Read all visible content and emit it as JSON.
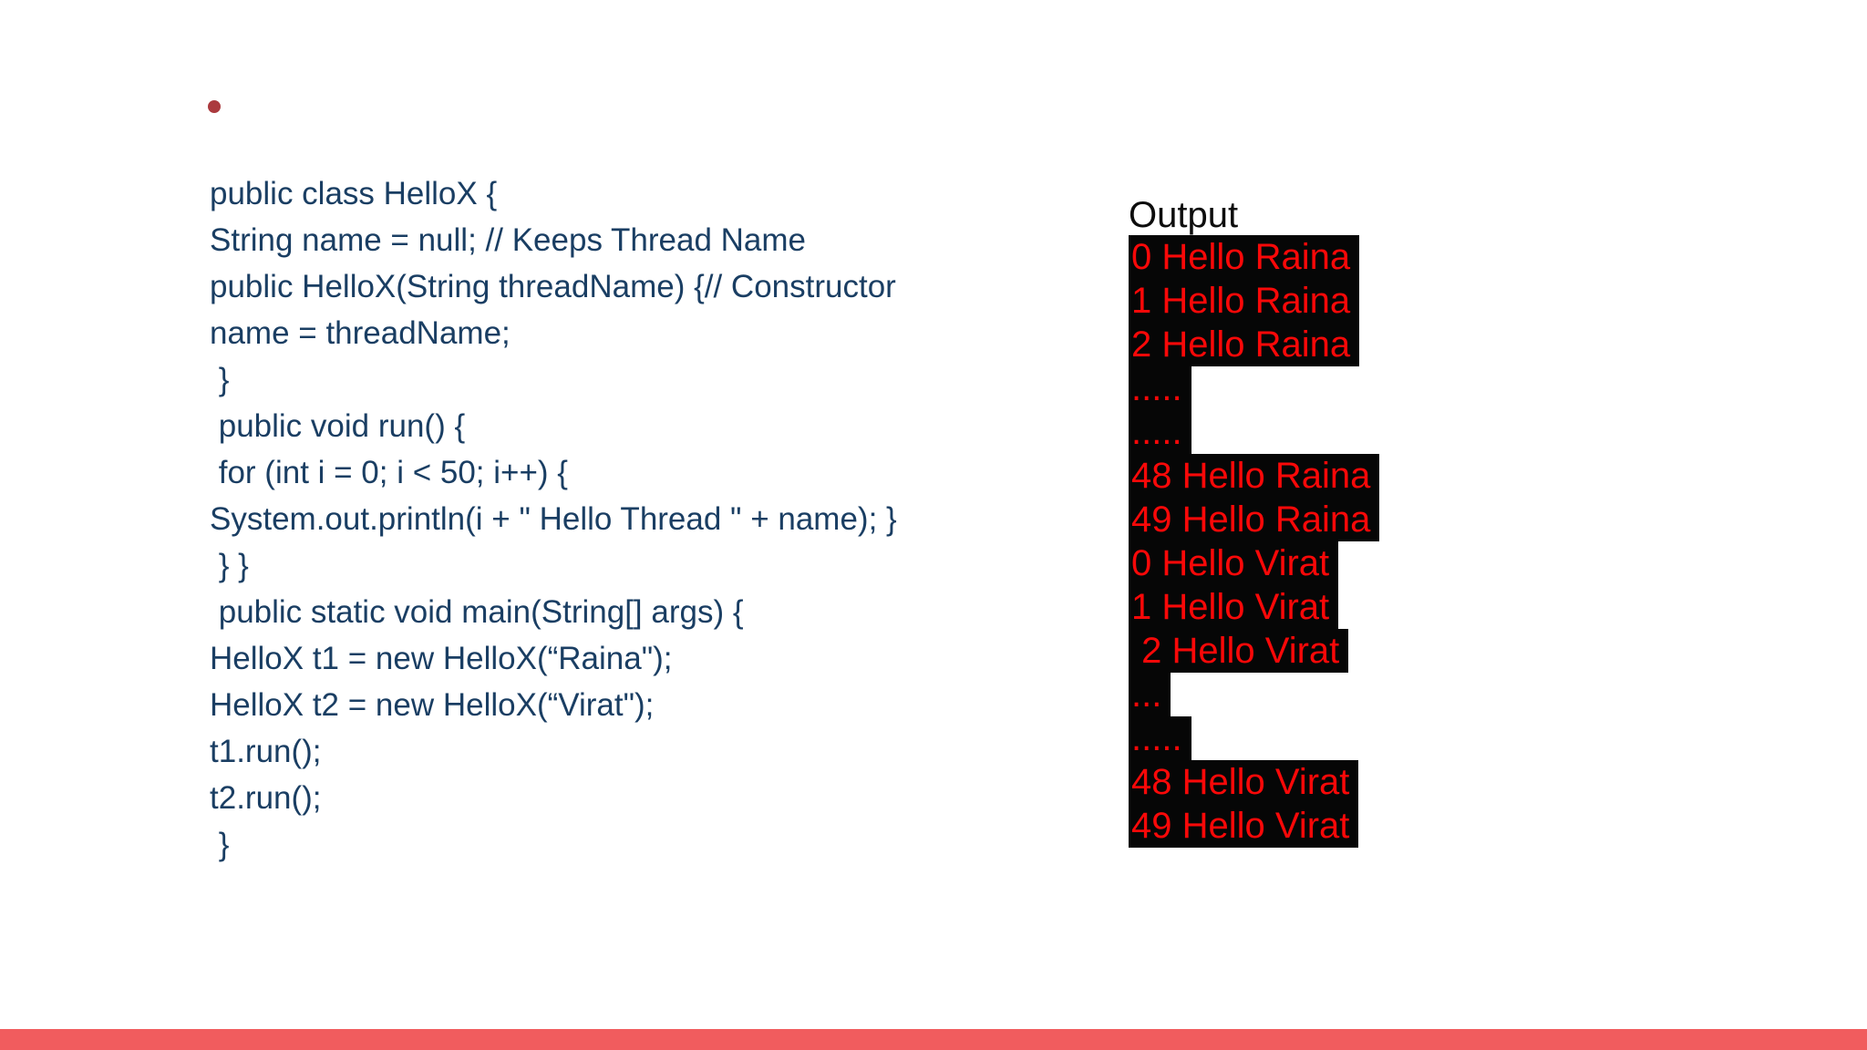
{
  "colors": {
    "code_text": "#1a3e63",
    "output_text": "#f90808",
    "output_background": "#060606",
    "bullet": "#ab3a3e",
    "accent_bar": "#f15c5e",
    "title_text": "#0d0d0d",
    "page_background": "#ffffff"
  },
  "code": {
    "lines": [
      "public class HelloX {",
      "String name = null; // Keeps Thread Name",
      "public HelloX(String threadName) {// Constructor",
      "name = threadName;",
      " }",
      " public void run() {",
      " for (int i = 0; i < 50; i++) {",
      "System.out.println(i + \" Hello Thread \" + name); }",
      " } }",
      " public static void main(String[] args) {",
      "HelloX t1 = new HelloX(“Raina\");",
      "HelloX t2 = new HelloX(“Virat\");",
      "t1.run();",
      "t2.run();",
      " }"
    ]
  },
  "output": {
    "title": "Output",
    "lines": [
      "0 Hello Raina",
      "1 Hello Raina",
      "2 Hello Raina",
      ".....",
      ".....",
      "48 Hello Raina",
      "49 Hello Raina",
      "0 Hello Virat",
      "1 Hello Virat",
      " 2 Hello Virat",
      "...",
      ".....",
      "48 Hello Virat",
      "49 Hello Virat"
    ]
  }
}
